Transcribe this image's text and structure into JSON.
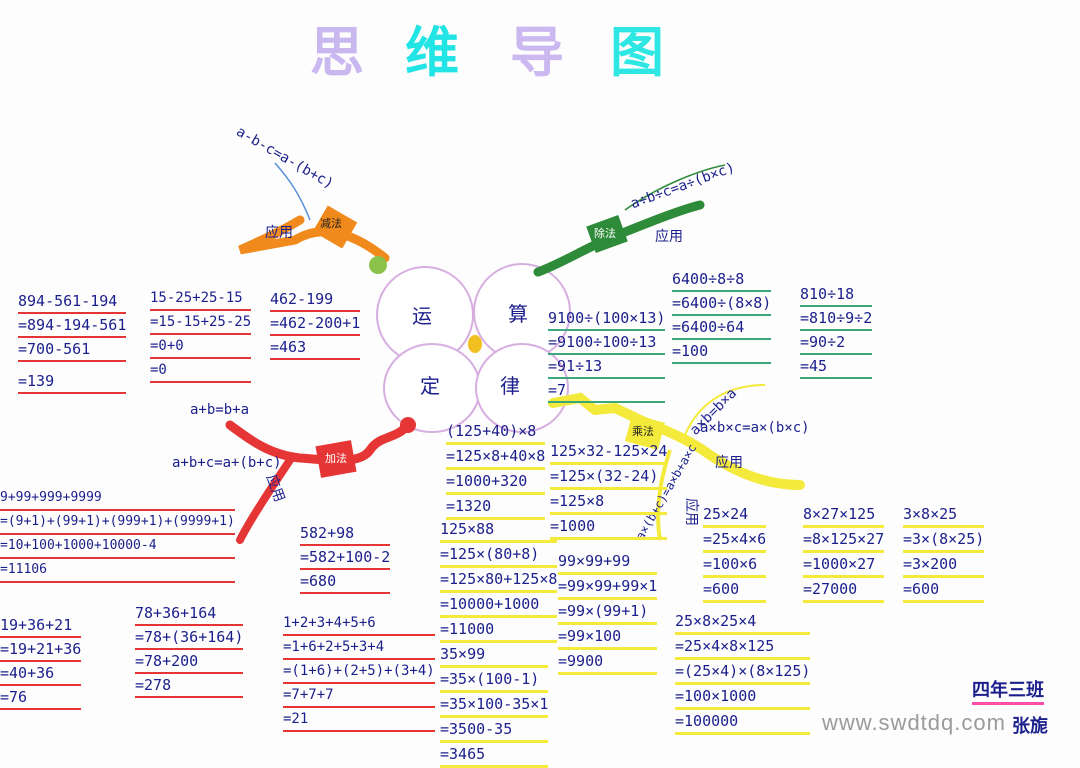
{
  "title": [
    "思",
    "维",
    "导",
    "图"
  ],
  "center": {
    "petals": [
      "运",
      "算",
      "定",
      "律"
    ]
  },
  "branches": {
    "subtraction": {
      "formula": "a-b-c=a-(b+c)",
      "apply": "应用",
      "name": "减法"
    },
    "division": {
      "formula": "a÷b÷c=a÷(b×c)",
      "apply": "应用",
      "name": "除法"
    },
    "multiplication": {
      "formula1": "a×b=b×a",
      "formula2": "a×b×c=a×(b×c)",
      "formula3": "a×(b+c)=a×b+a×c",
      "apply": "应用",
      "name": "乘法"
    },
    "addition": {
      "formula1": "a+b=b+a",
      "formula2": "a+b+c=a+(b+c)",
      "apply": "应用",
      "name": "加法"
    }
  },
  "calcs": {
    "c1": [
      "894-561-194",
      "=894-194-561",
      "=700-561",
      "=139"
    ],
    "c2": [
      "15-25+25-15",
      "=15-15+25-25",
      "=0+0",
      "=0"
    ],
    "c3": [
      "462-199",
      "=462-200+1",
      "=463"
    ],
    "c4": [
      "9100÷(100×13)",
      "=9100÷100÷13",
      "=91÷13",
      "=7"
    ],
    "c5": [
      "6400÷8÷8",
      "=6400÷(8×8)",
      "=6400÷64",
      "=100"
    ],
    "c6": [
      "810÷18",
      "=810÷9÷2",
      "=90÷2",
      "=45"
    ],
    "c7": [
      "(125+40)×8",
      "=125×8+40×8",
      "=1000+320",
      "=1320"
    ],
    "c8": [
      "125×32-125×24",
      "=125×(32-24)",
      "=125×8",
      "=1000"
    ],
    "c9": [
      "9+99+999+9999",
      "=(9+1)+(99+1)+(999+1)+(9999+1)",
      "=10+100+1000+10000-4",
      "=11106"
    ],
    "c10": [
      "582+98",
      "=582+100-2",
      "=680"
    ],
    "c11": [
      "125×88",
      "=125×(80+8)",
      "=125×80+125×8",
      "=10000+1000",
      "=11000"
    ],
    "c12": [
      "99×99+99",
      "=99×99+99×1",
      "=99×(99+1)",
      "=99×100",
      "=9900"
    ],
    "c13": [
      "25×24",
      "=25×4×6",
      "=100×6",
      "=600"
    ],
    "c14": [
      "8×27×125",
      "=8×125×27",
      "=1000×27",
      "=27000"
    ],
    "c15": [
      "3×8×25",
      "=3×(8×25)",
      "=3×200",
      "=600"
    ],
    "c16": [
      "19+36+21",
      "=19+21+36",
      "=40+36",
      "=76"
    ],
    "c17": [
      "78+36+164",
      "=78+(36+164)",
      "=78+200",
      "=278"
    ],
    "c18": [
      "1+2+3+4+5+6",
      "=1+6+2+5+3+4",
      "=(1+6)+(2+5)+(3+4)",
      "=7+7+7",
      "=21"
    ],
    "c19": [
      "35×99",
      "=35×(100-1)",
      "=35×100-35×1",
      "=3500-35",
      "=3465"
    ],
    "c20": [
      "25×8×25×4",
      "=25×4×8×125",
      "=(25×4)×(8×125)",
      "=100×1000",
      "=100000"
    ]
  },
  "footer": {
    "class_name": "四年三班",
    "student": "张旎",
    "watermark": "www.swdtdq.com"
  },
  "colors": {
    "red": "#e53535",
    "yellow": "#f4ea3c",
    "orange": "#f08a1c",
    "green": "#2e8b3a",
    "purple": "#c9b8ef",
    "cyan": "#22e4e4"
  }
}
